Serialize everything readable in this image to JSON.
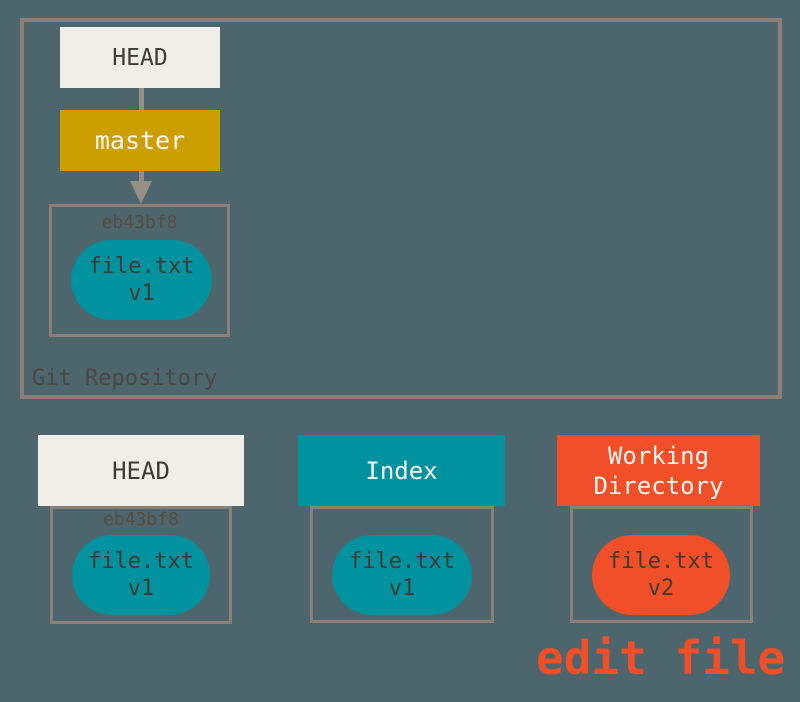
{
  "colors": {
    "background": "#4D666D",
    "border": "#8C8076",
    "connector": "#978E85",
    "cream": "#F0EFE7",
    "gold": "#CC9E00",
    "teal": "#00929E",
    "red": "#F04F28",
    "text-dark": "#3F3B33",
    "text-light": "#F7F6F0",
    "hash": "#554C42",
    "repo-label": "#4B4741"
  },
  "repository": {
    "label": "Git Repository",
    "head": "HEAD",
    "branch": "master",
    "commit": {
      "hash": "eb43bf8",
      "file": "file.txt",
      "version": "v1"
    }
  },
  "sections": {
    "head": {
      "title": "HEAD",
      "hash": "eb43bf8",
      "file": "file.txt",
      "version": "v1"
    },
    "index": {
      "title": "Index",
      "file": "file.txt",
      "version": "v1"
    },
    "working": {
      "title": "Working Directory",
      "file": "file.txt",
      "version": "v2"
    }
  },
  "annotation": {
    "text": "edit file"
  }
}
